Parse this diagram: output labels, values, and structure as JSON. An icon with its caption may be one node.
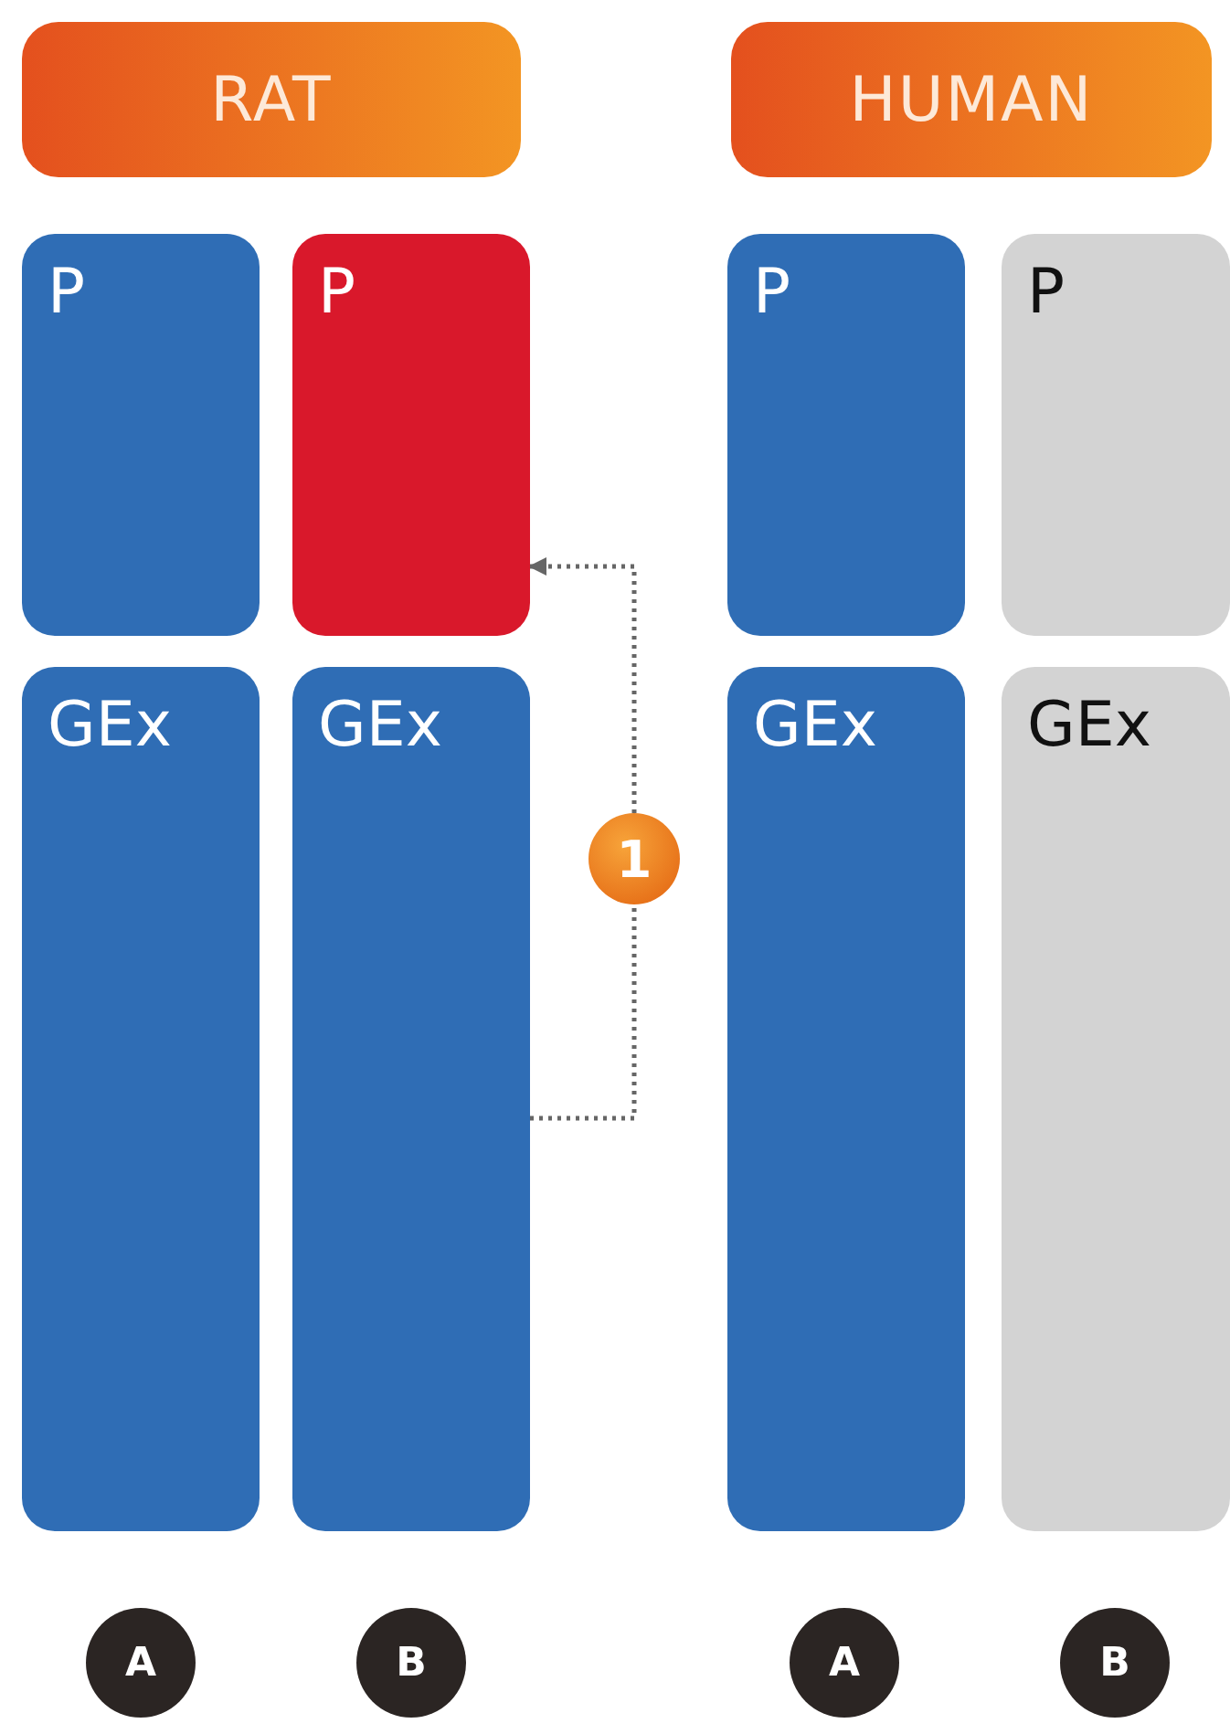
{
  "diagram": {
    "nodes": [
      {
        "text": [
          "RAT"
        ]
      },
      {
        "text": [
          "HUMAN"
        ]
      },
      {
        "text": [
          "P"
        ]
      },
      {
        "text": [
          "P"
        ]
      },
      {
        "text": [
          "P"
        ]
      },
      {
        "text": [
          "P"
        ]
      },
      {
        "text": [
          "GEx"
        ]
      },
      {
        "text": [
          "GEx"
        ]
      },
      {
        "text": [
          "GEx"
        ]
      },
      {
        "text": [
          "GEx"
        ]
      },
      {
        "text": [
          "1"
        ]
      },
      {
        "text": [
          "A"
        ]
      },
      {
        "text": [
          "B"
        ]
      },
      {
        "text": [
          "A"
        ]
      },
      {
        "text": [
          "B"
        ]
      }
    ],
    "edges": [
      {
        "from": 7,
        "to": 10,
        "arrow": "none",
        "style": "dashed"
      },
      {
        "from": 10,
        "to": 3,
        "arrow": "to",
        "style": "dashed"
      }
    ]
  }
}
